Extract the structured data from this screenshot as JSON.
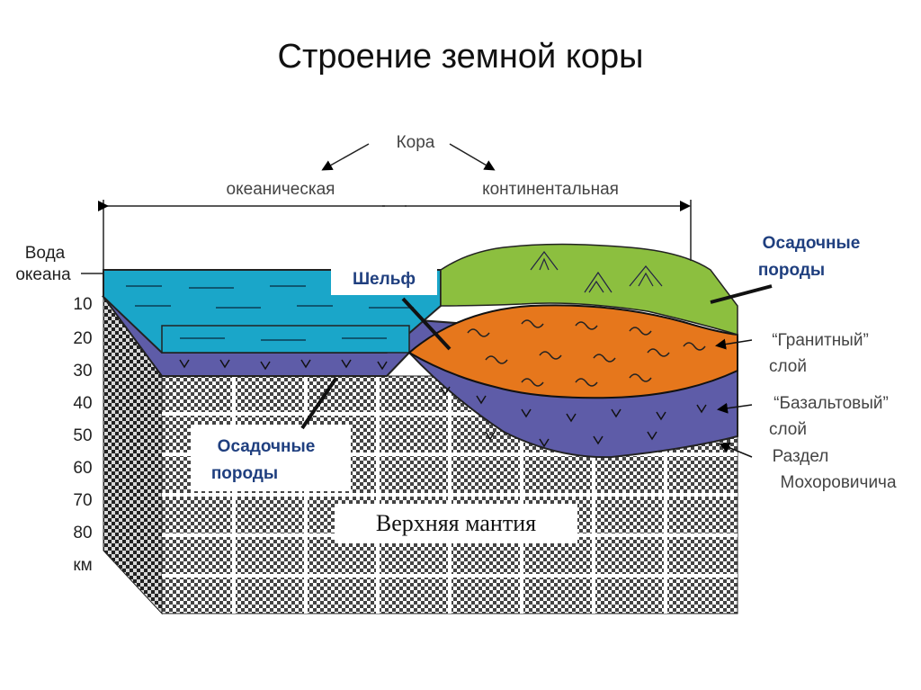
{
  "title": "Строение земной коры",
  "crust": {
    "label": "Кора",
    "oceanic": "океаническая",
    "continental": "континентальная"
  },
  "water": {
    "line1": "Вода",
    "line2": "океана"
  },
  "depth_scale": [
    "10",
    "20",
    "30",
    "40",
    "50",
    "60",
    "70",
    "80"
  ],
  "depth_unit": "км",
  "shelf": "Шельф",
  "sediments_top": {
    "line1": "Осадочные",
    "line2": "породы"
  },
  "sediments_bottom": {
    "line1": "Осадочные",
    "line2": "породы"
  },
  "granite": {
    "line1": "“Гранитный”",
    "line2": "слой"
  },
  "basalt": {
    "line1": "“Базальтовый”",
    "line2": "слой"
  },
  "moho": {
    "line1": "Раздел",
    "line2": "Мохоровичича"
  },
  "mantle": "Верхняя мантия",
  "colors": {
    "water": "#1aa6c9",
    "basalt": "#5e5ca8",
    "granite": "#e6771c",
    "sediment": "#8cbf3f",
    "label_blue": "#1f3f7f"
  }
}
